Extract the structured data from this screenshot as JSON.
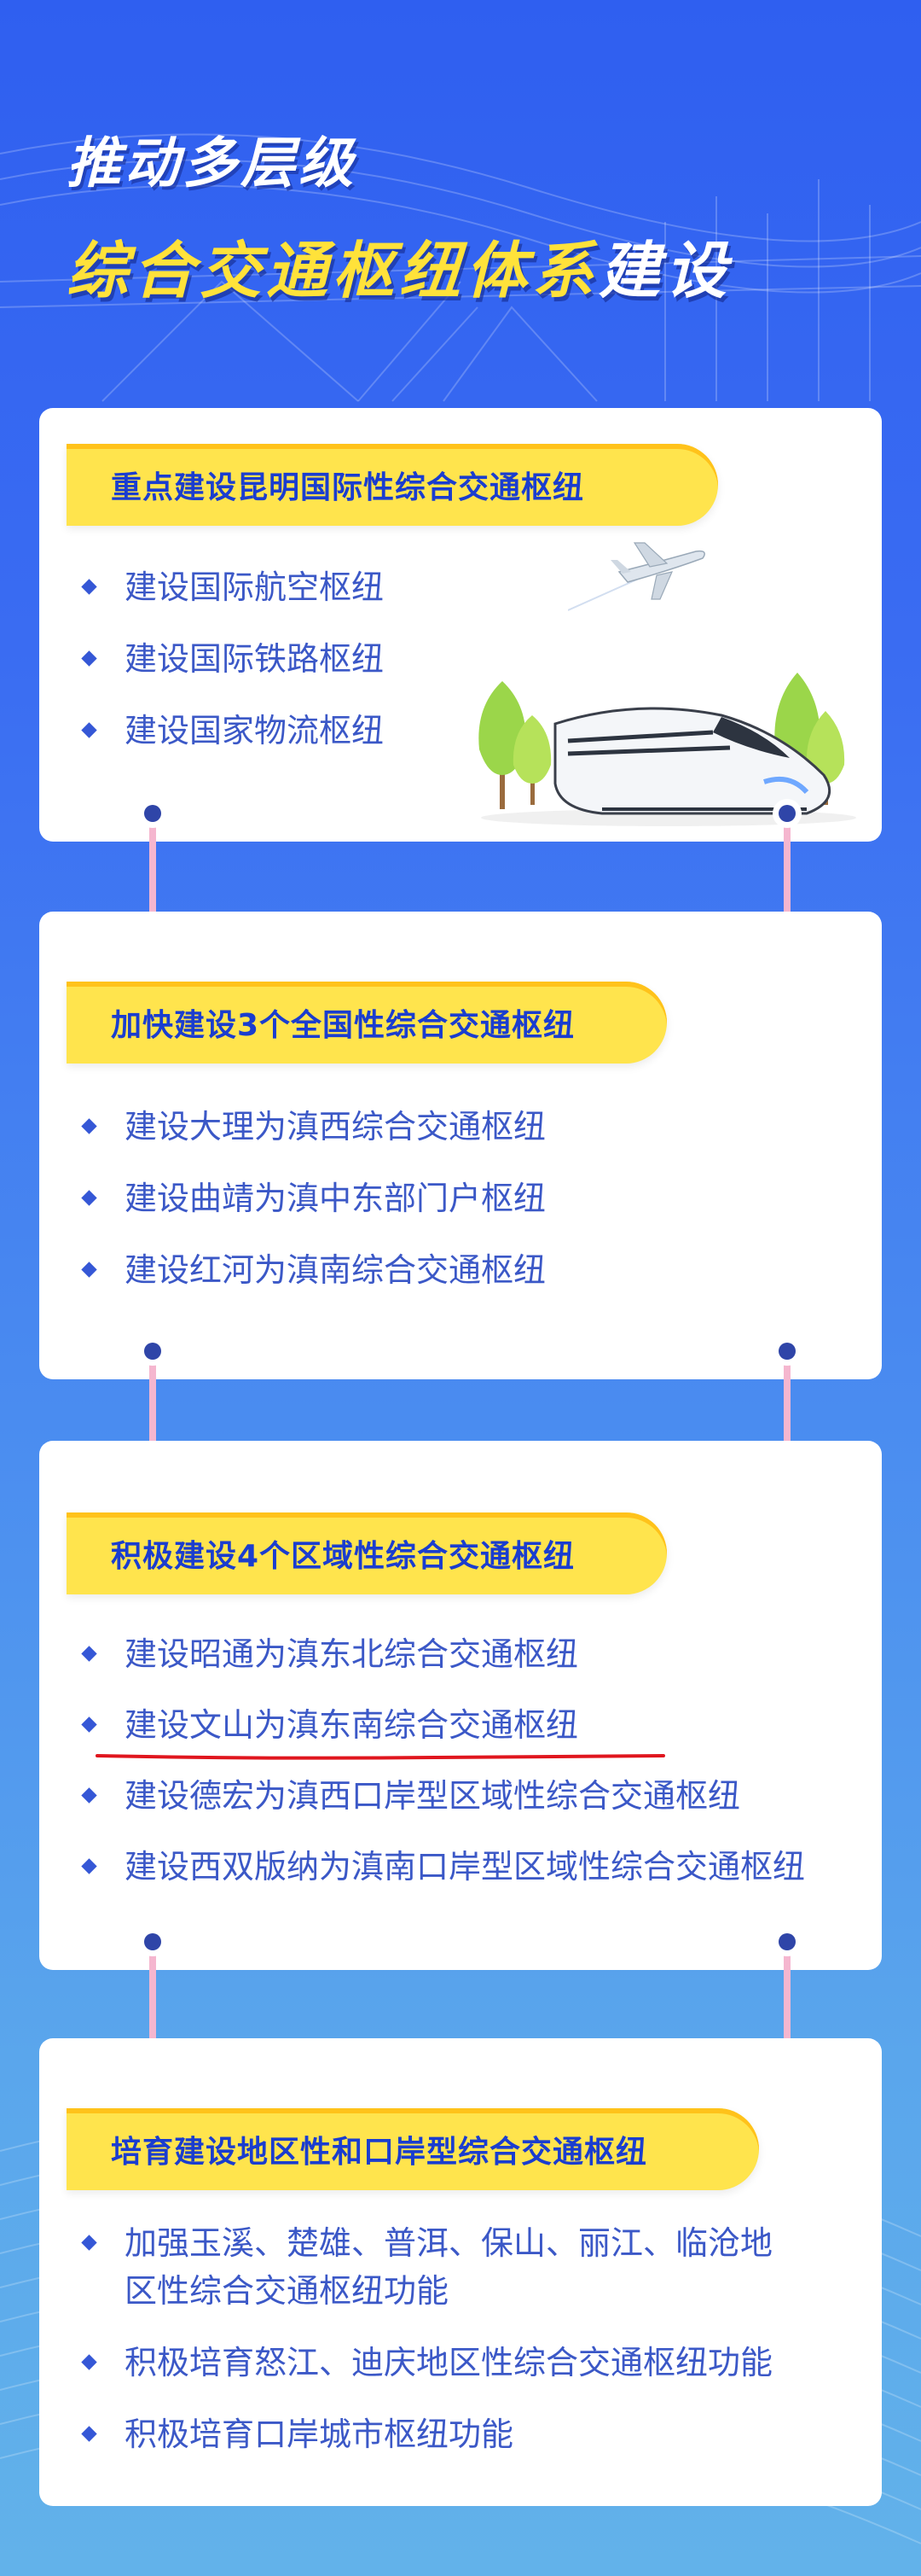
{
  "header": {
    "title_line1": "推动多层级",
    "title_line2_yellow": "综合交通枢纽体系",
    "title_line2_white": "建设"
  },
  "sections": [
    {
      "heading": "重点建设昆明国际性综合交通枢纽",
      "items": [
        "建设国际航空枢纽",
        "建设国际铁路枢纽",
        "建设国家物流枢纽"
      ]
    },
    {
      "heading": "加快建设3个全国性综合交通枢纽",
      "items": [
        "建设大理为滇西综合交通枢纽",
        "建设曲靖为滇中东部门户枢纽",
        "建设红河为滇南综合交通枢纽"
      ]
    },
    {
      "heading": "积极建设4个区域性综合交通枢纽",
      "items": [
        "建设昭通为滇东北综合交通枢纽",
        "建设文山为滇东南综合交通枢纽",
        "建设德宏为滇西口岸型区域性综合交通枢纽",
        "建设西双版纳为滇南口岸型区域性综合交通枢纽"
      ]
    },
    {
      "heading": "培育建设地区性和口岸型综合交通枢纽",
      "items": [
        "加强玉溪、楚雄、普洱、保山、丽江、临沧地",
        "区性综合交通枢纽功能",
        "积极培育怒江、迪庆地区性综合交通枢纽功能",
        "积极培育口岸城市枢纽功能"
      ]
    }
  ],
  "colors": {
    "accent_yellow": "#ffe44d",
    "heading_blue": "#1a3dcf",
    "item_blue": "#3b58c7",
    "underline_red": "#e0161e"
  },
  "icons": [
    "airplane-icon",
    "high-speed-train-icon",
    "tree-icon"
  ]
}
